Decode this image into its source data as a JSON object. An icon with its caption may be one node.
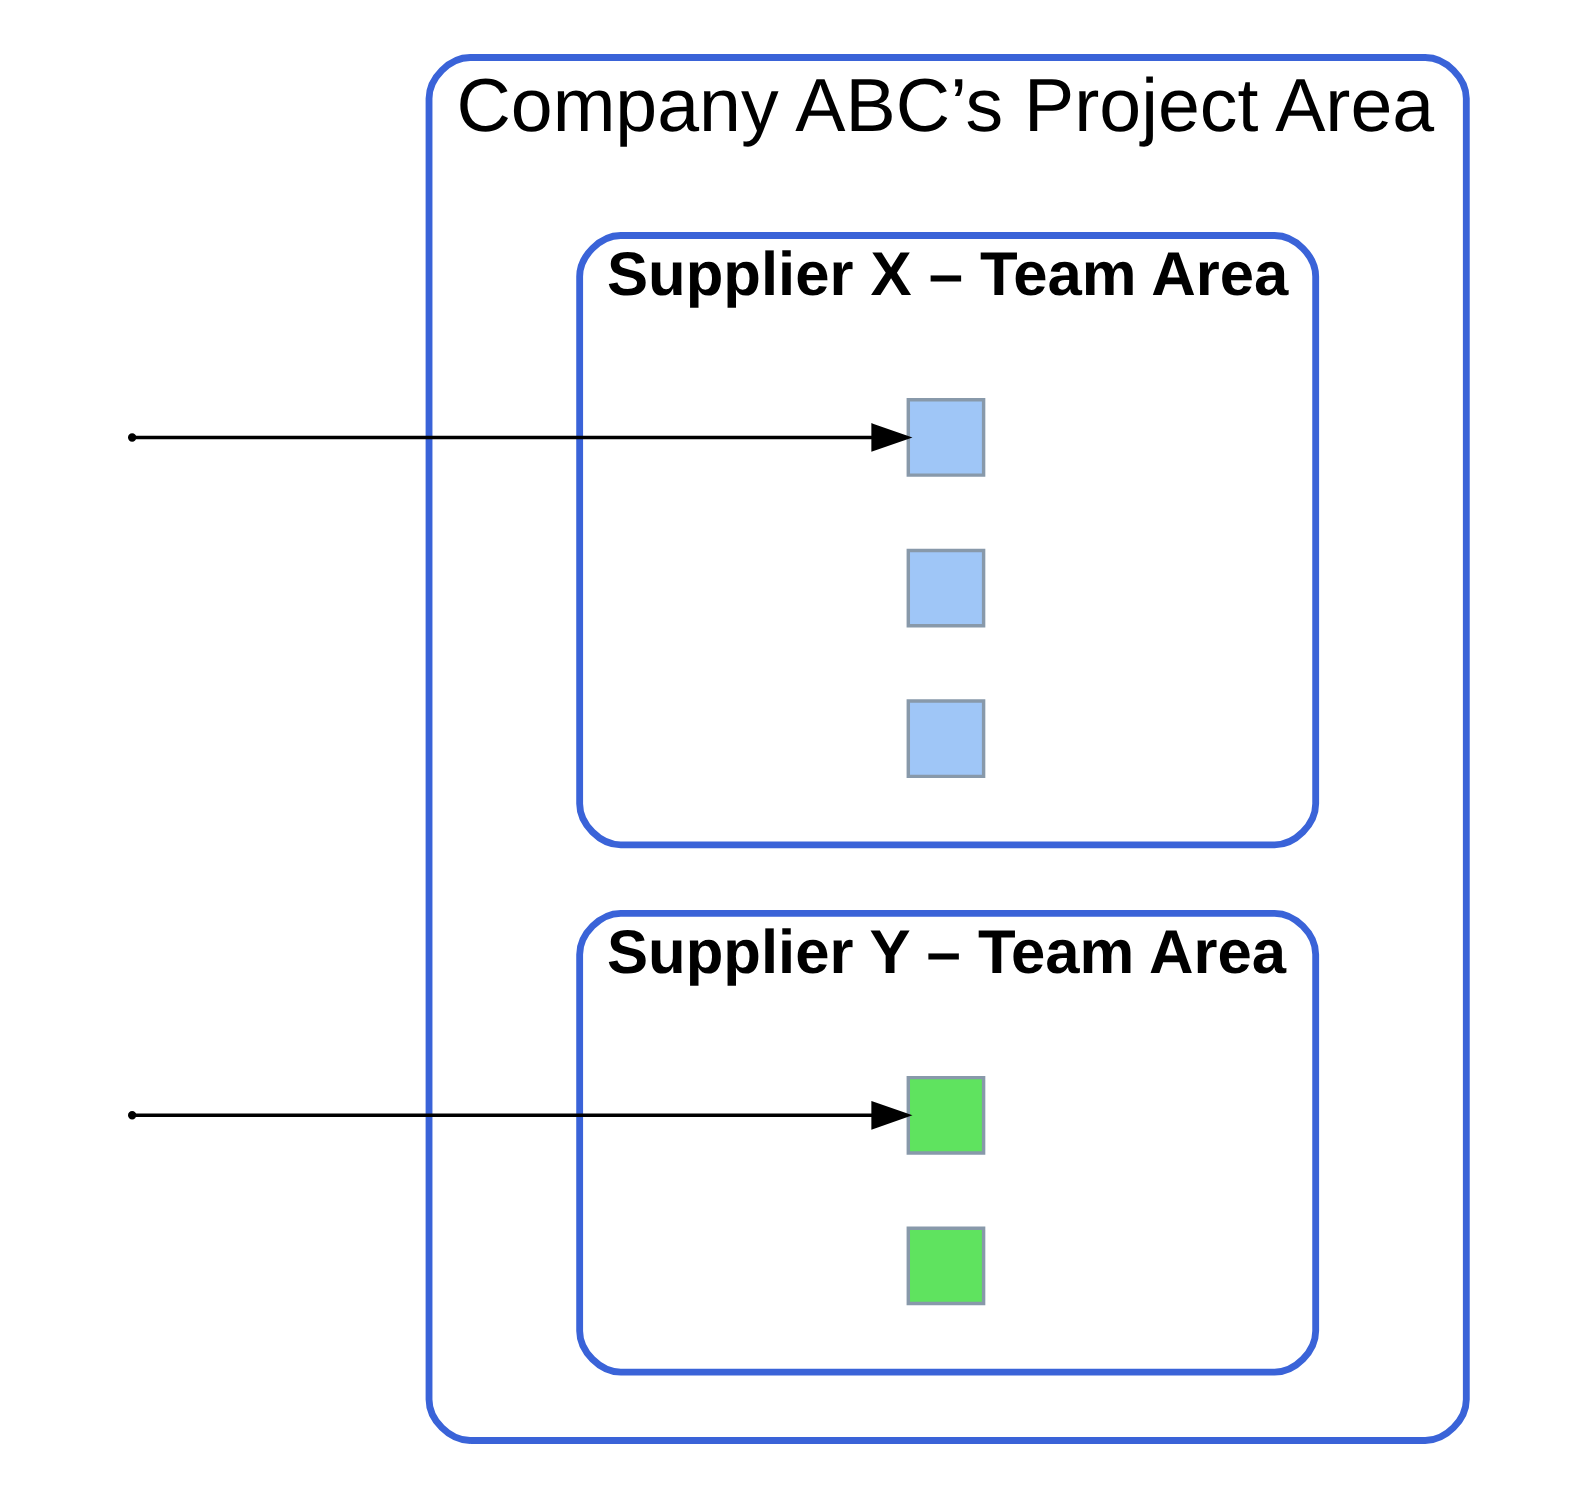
{
  "diagram": {
    "nodes": [
      {
        "text": [
          "Company ABC’s Project Area"
        ]
      },
      {
        "text": [
          "Supplier X – Team Area"
        ],
        "in": 0
      },
      {
        "text": [
          "Supplier Y – Team Area"
        ],
        "in": 0
      },
      {
        "text": [],
        "shape": "box",
        "in": 1
      },
      {
        "text": [],
        "shape": "box",
        "in": 1
      },
      {
        "text": [],
        "shape": "box",
        "in": 1
      },
      {
        "text": [],
        "shape": "box",
        "in": 2
      },
      {
        "text": [],
        "shape": "box",
        "in": 2
      }
    ],
    "edges": [
      {
        "from": null,
        "to": 3,
        "arrow": "to"
      },
      {
        "from": null,
        "to": 6,
        "arrow": "to"
      }
    ]
  }
}
